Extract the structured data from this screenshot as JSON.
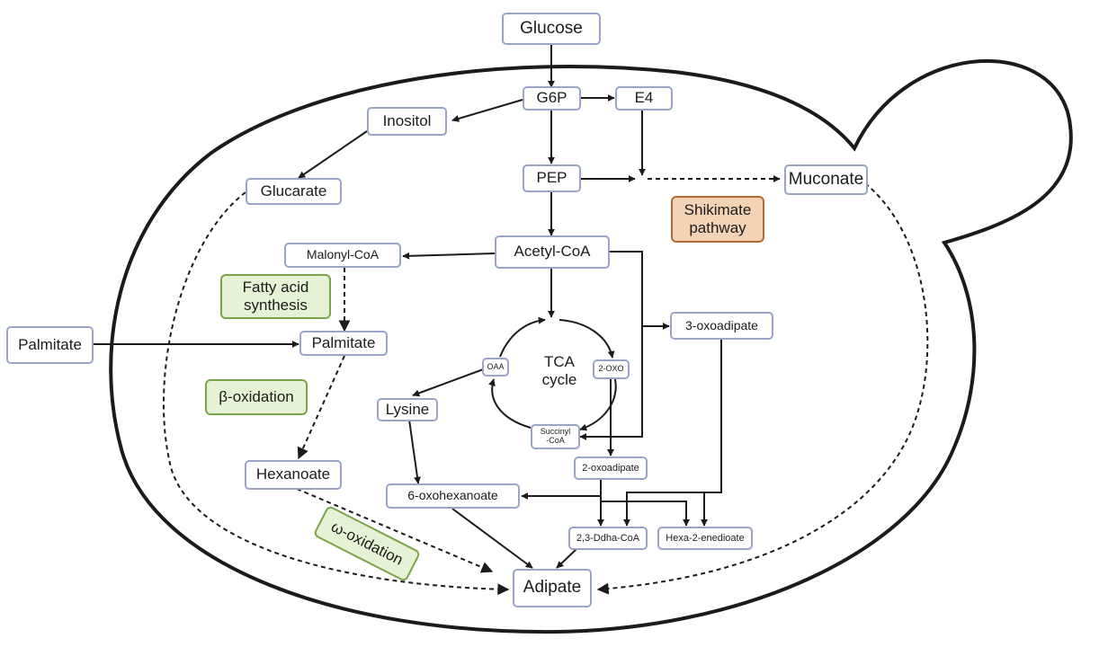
{
  "nodes": {
    "glucose": "Glucose",
    "g6p": "G6P",
    "e4": "E4",
    "inositol": "Inositol",
    "glucarate": "Glucarate",
    "pep": "PEP",
    "muconate": "Muconate",
    "acetyl_coa": "Acetyl-CoA",
    "malonyl_coa": "Malonyl-CoA",
    "palmitate_ext": "Palmitate",
    "palmitate_int": "Palmitate",
    "oxoadipate3": "3-oxoadipate",
    "oaa": "OAA",
    "two_oxo": "2-OXO",
    "lysine": "Lysine",
    "succinyl_coa": "Succinyl\n-CoA",
    "oxoadipate2": "2-oxoadipate",
    "hexanoate": "Hexanoate",
    "oxohexanoate": "6-oxohexanoate",
    "ddha_coa": "2,3-Ddha-CoA",
    "hexa_enedioate": "Hexa-2-enedioate",
    "adipate": "Adipate"
  },
  "labels": {
    "shikimate": "Shikimate\npathway",
    "fatty_acid": "Fatty acid\nsynthesis",
    "beta_oxidation": "β-oxidation",
    "omega_oxidation": "ω-oxidation",
    "tca": "TCA\ncycle"
  },
  "colors": {
    "node_border": "#9aa4c7",
    "arrow": "#1b1b1b",
    "green_fill": "#e6f2d5",
    "green_border": "#7aa548",
    "orange_fill": "#f3d2b6",
    "orange_border": "#b06a34"
  }
}
